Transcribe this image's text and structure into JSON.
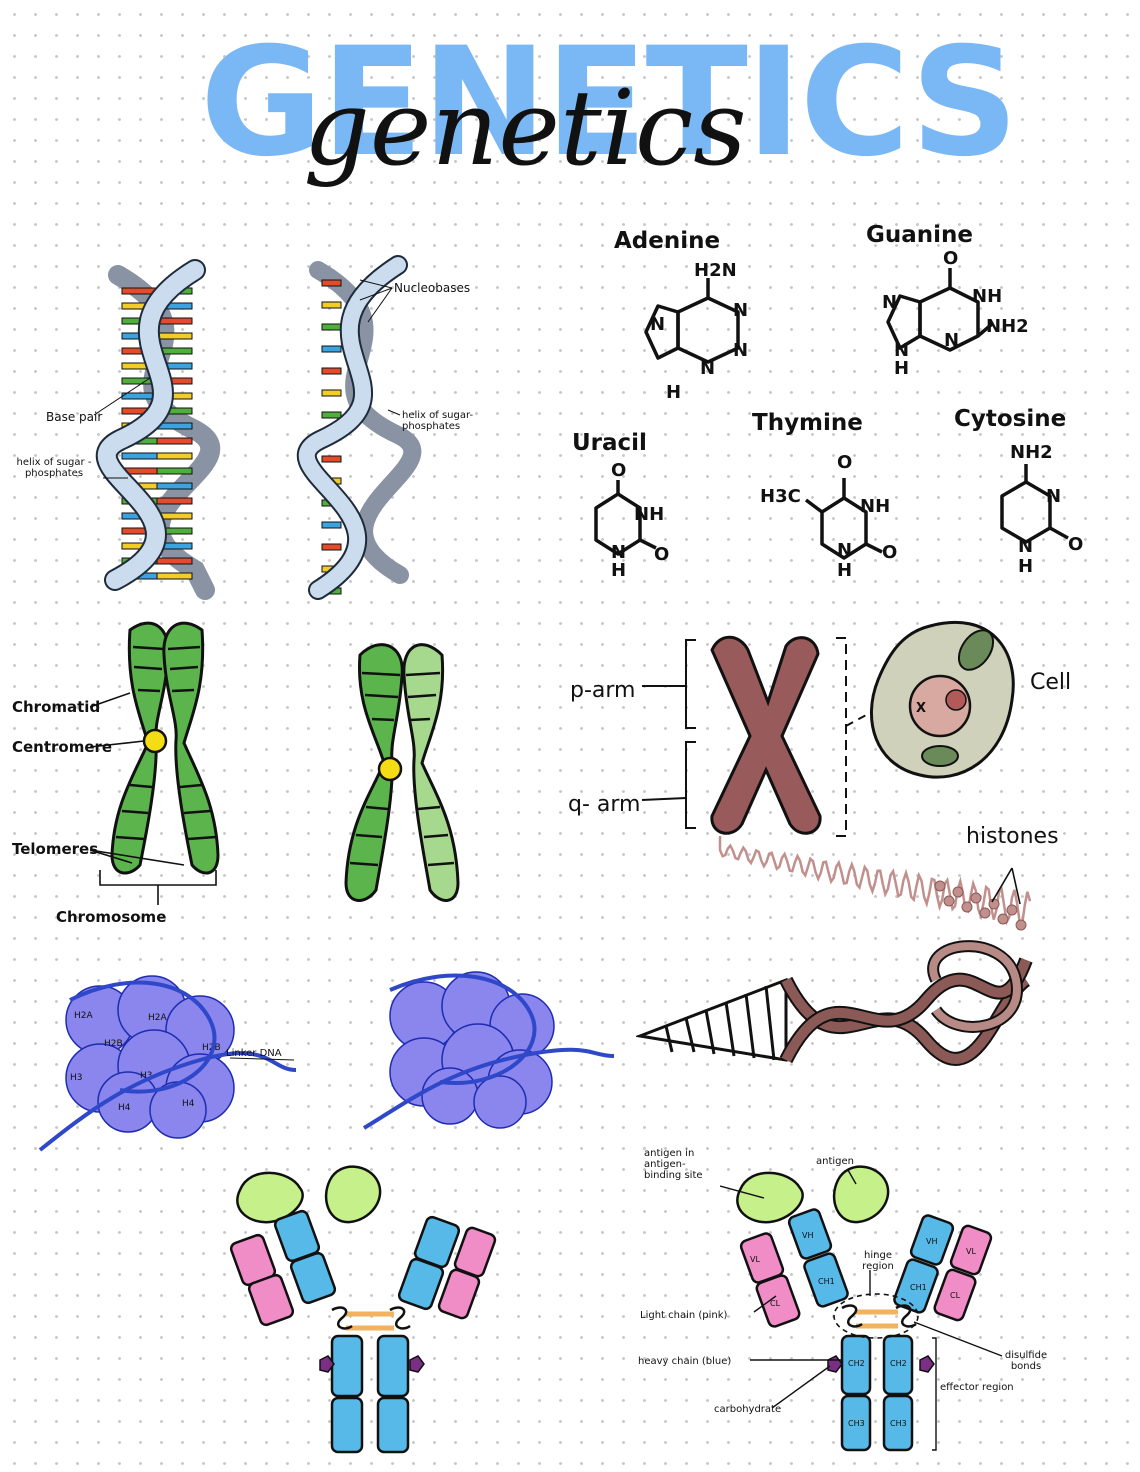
{
  "title": {
    "block": "GENETICS",
    "script": "genetics"
  },
  "dna": {
    "labels": {
      "nucleobases": "Nucleobases",
      "base_pair": "Base pair",
      "helix_left": "helix of sugar - phosphates",
      "helix_right": "helix of sugar-phosphates"
    }
  },
  "molecules": {
    "adenine": {
      "name": "Adenine",
      "atoms": [
        "H2N",
        "N",
        "N",
        "N",
        "N",
        "H"
      ]
    },
    "guanine": {
      "name": "Guanine",
      "atoms": [
        "O",
        "NH",
        "NH2",
        "N",
        "N",
        "N",
        "H"
      ]
    },
    "uracil": {
      "name": "Uracil",
      "atoms": [
        "O",
        "NH",
        "N",
        "H",
        "O"
      ]
    },
    "thymine": {
      "name": "Thymine",
      "atoms": [
        "O",
        "H3C",
        "NH",
        "N",
        "H",
        "O"
      ]
    },
    "cytosine": {
      "name": "Cytosine",
      "atoms": [
        "NH2",
        "N",
        "N",
        "H",
        "O"
      ]
    }
  },
  "chromosome": {
    "labels": {
      "chromatid": "Chromatid",
      "centromere": "Centromere",
      "telomeres": "Telomeres",
      "chromosome": "Chromosome"
    },
    "colors": {
      "green_dark": "#4caa3f",
      "green_light": "#a6d98e",
      "centromere": "#f4dd14"
    }
  },
  "cell_panel": {
    "p_arm": "p-arm",
    "q_arm": "q- arm",
    "cell": "Cell",
    "histones": "histones",
    "nucleus_mark": "X",
    "colors": {
      "chromosome": "#985a5a",
      "cell": "#cfd1ba"
    }
  },
  "nucleosome": {
    "histone_labels": [
      "H2A",
      "H2A",
      "H2B",
      "H2B",
      "H3",
      "H3",
      "H4",
      "H4"
    ],
    "linker_dna": "Linker DNA",
    "colors": {
      "histone": "#8884ee",
      "dna": "#2f47c9"
    }
  },
  "antibody": {
    "labels": {
      "antigen_in_site": "antigen in antigen- binding site",
      "antigen": "antigen",
      "hinge": "hinge region",
      "light_chain": "Light chain (pink)",
      "heavy_chain": "heavy chain (blue)",
      "disulfide": "disulfide bonds",
      "carbohydrate": "carbohydrate",
      "effector": "effector region"
    },
    "domain_labels": {
      "vl": "VL",
      "vh": "VH",
      "cl": "CL",
      "ch1": "CH1",
      "ch2": "CH2",
      "ch3": "CH3"
    },
    "colors": {
      "heavy": "#56b9e8",
      "light": "#f08cc6",
      "antigen": "#c6f08a",
      "carb": "#7a2f84",
      "hinge": "#f2b25f"
    }
  }
}
